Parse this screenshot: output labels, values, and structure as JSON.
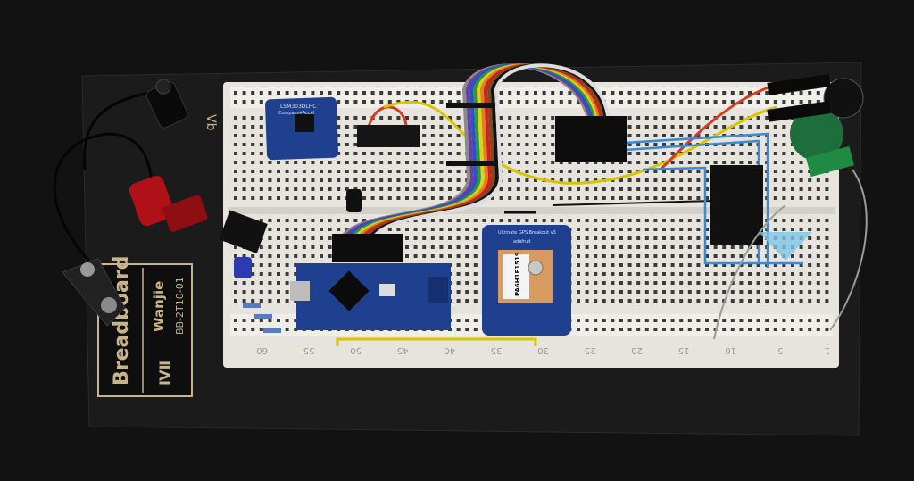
{
  "photo": {
    "subject": "breadboard",
    "colors": {
      "background": "#121212",
      "base_plate": "#1b1b1b",
      "breadboard": "#e6e4dc",
      "pcb_blue": "#1f3f8f",
      "label_gold": "#c9b48a"
    }
  },
  "base_label": {
    "brand": "Breadboard",
    "maker": "Wanjie",
    "model": "BB-2T10-01",
    "rail_mark": "Vb"
  },
  "breadboard": {
    "column_numbers": [
      "60",
      "55",
      "50",
      "45",
      "40",
      "35",
      "30",
      "25",
      "20",
      "15",
      "10",
      "5",
      "1"
    ]
  },
  "gps_module": {
    "title": "Ultimate GPS Breakout v3",
    "brand": "adafruit",
    "chip_label": "PA6H1F1519"
  },
  "compass_module": {
    "title": "LSM303DLHC",
    "subtitle": "Compass+Accel"
  }
}
